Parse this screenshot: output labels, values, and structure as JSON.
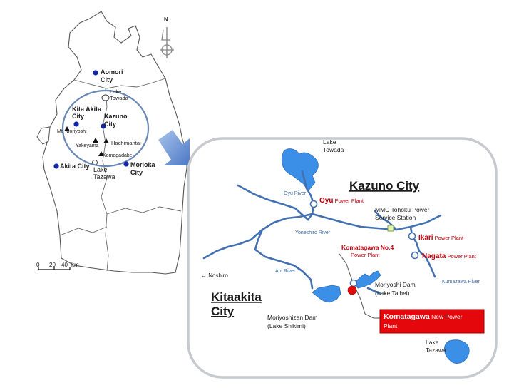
{
  "compass": {
    "north": "N"
  },
  "overview_map": {
    "cities": [
      {
        "id": "aomori",
        "line1": "Aomori",
        "line2": "City"
      },
      {
        "id": "kita-akita",
        "line1": "Kita Akita",
        "line2": "City"
      },
      {
        "id": "kazuno",
        "line1": "Kazuno",
        "line2": "City"
      },
      {
        "id": "akita",
        "line1": "Akita City",
        "line2": ""
      },
      {
        "id": "morioka",
        "line1": "Morioka",
        "line2": "City"
      }
    ],
    "mountains": [
      {
        "id": "moriyoshi",
        "label": "Mt. Moriyoshi"
      },
      {
        "id": "hachimantai",
        "label": "Hachimantai"
      },
      {
        "id": "yakeyama",
        "label": "Yakeyama"
      },
      {
        "id": "komagadake",
        "label": "Komagadake"
      }
    ],
    "lakes": [
      {
        "id": "towada",
        "line1": "Lake",
        "line2": "Towada"
      },
      {
        "id": "tazawa",
        "line1": "Lake",
        "line2": "Tazawa"
      }
    ],
    "scale": {
      "ticks": [
        "0",
        "20",
        "40"
      ],
      "unit": "km"
    }
  },
  "detail_map": {
    "region_kazuno": "Kazuno City",
    "region_kitaakita_line1": "Kitaakita",
    "region_kitaakita_line2": "City",
    "lake_towada": {
      "line1": "Lake",
      "line2": "Towada"
    },
    "lake_tazawa": {
      "line1": "Lake",
      "line2": "Tazawa"
    },
    "rivers": {
      "oyu": "Oyu River",
      "yoneshiro": "Yoneshiro River",
      "ani": "Ani River",
      "kumazawa": "Kumazawa River"
    },
    "noshiro": "← Noshiro",
    "plants": {
      "oyu": {
        "name": "Oyu",
        "suffix": " Power Plant"
      },
      "ikari": {
        "name": "Ikari",
        "suffix": " Power Plant"
      },
      "nagata": {
        "name": "Nagata",
        "suffix": " Power Plant"
      },
      "komatagawa4": {
        "line1": "Komatagawa No.4",
        "line2": "Power Plant"
      },
      "new": {
        "name": "Komatagawa",
        "suffix": " New Power",
        "line2": "Plant"
      }
    },
    "service_station": {
      "line1": "MMC Tohoku Power",
      "line2": "Service Station"
    },
    "moriyoshi_dam": {
      "line1": "Moriyoshi Dam",
      "line2": "(Lake Taihei)"
    },
    "moriyoshizan_dam": {
      "line1": "Moriyoshizan Dam",
      "line2": "(Lake Shikimi)"
    }
  }
}
